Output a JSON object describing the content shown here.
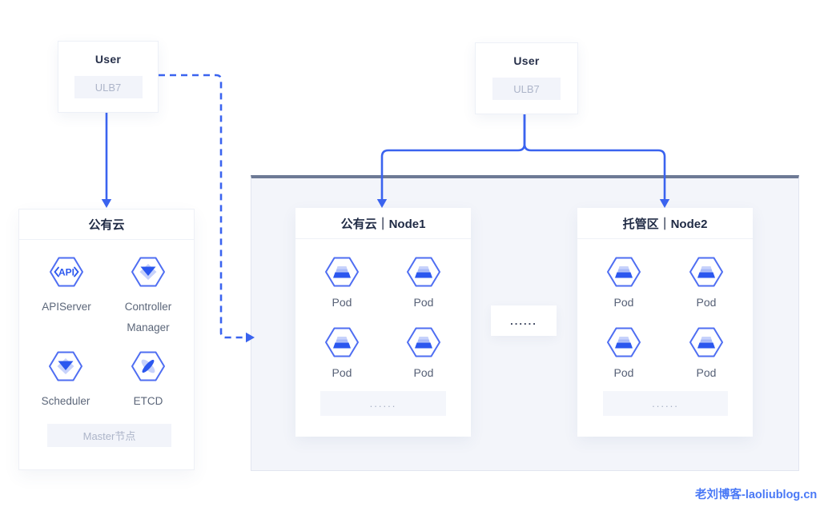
{
  "users": [
    {
      "title": "User",
      "badge": "ULB7"
    },
    {
      "title": "User",
      "badge": "ULB7"
    }
  ],
  "master": {
    "title": "公有云",
    "components": [
      {
        "label": "APIServer",
        "icon": "api-hexagon-icon"
      },
      {
        "label": "Controller Manager",
        "icon": "controller-hexagon-icon"
      },
      {
        "label": "Scheduler",
        "icon": "scheduler-hexagon-icon"
      },
      {
        "label": "ETCD",
        "icon": "etcd-hexagon-icon"
      }
    ],
    "badge": "Master节点"
  },
  "cluster": {
    "nodes": [
      {
        "title": "公有云｜Node1",
        "pods": [
          "Pod",
          "Pod",
          "Pod",
          "Pod"
        ],
        "more": "......"
      },
      {
        "title": "托管区｜Node2",
        "pods": [
          "Pod",
          "Pod",
          "Pod",
          "Pod"
        ],
        "more": "......"
      }
    ],
    "ellipsis": "......"
  },
  "watermark": "老刘博客-laoliublog.cn",
  "colors": {
    "accent_blue": "#3a63ef",
    "hexagon_border": "#4f6ef2",
    "glyph_blue": "#2b57ef",
    "glyph_light_blue": "#c7d2fb",
    "dark_text": "#1f2a44",
    "muted_text": "#a8b0c4",
    "label_text": "#5b6679",
    "container_bg": "#f3f5fa",
    "container_top_border": "#6d7a95",
    "badge_bg": "#f2f4fa",
    "watermark_blue": "#4a79f6"
  }
}
